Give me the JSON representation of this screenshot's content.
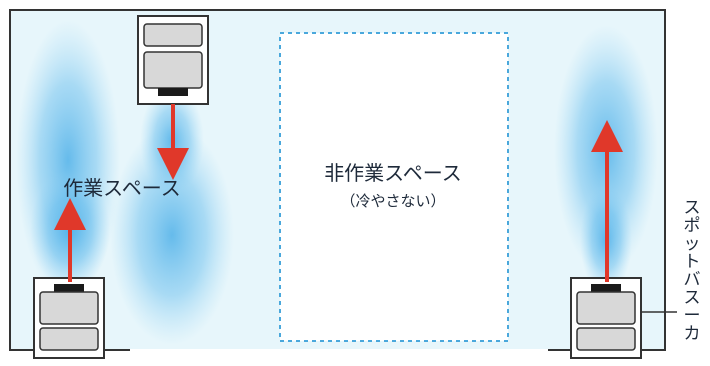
{
  "diagram": {
    "work_space_label": "作業スペース",
    "non_work_space_label": "非作業スペース",
    "non_work_space_note": "（冷やさない）",
    "unit_label": "スポットバスーカ",
    "unit_label_chars": [
      "ス",
      "ポ",
      "ッ",
      "ト",
      "バ",
      "ス",
      "ー",
      "カ"
    ]
  },
  "colors": {
    "room_bg": "#e7f6fb",
    "room_border": "#333333",
    "airflow_blue": "#3aa7e6",
    "arrow_red": "#e0382a",
    "dashed_zone": "#4aa8dc",
    "unit_body": "#d8d8d8",
    "unit_frame": "#333333"
  }
}
